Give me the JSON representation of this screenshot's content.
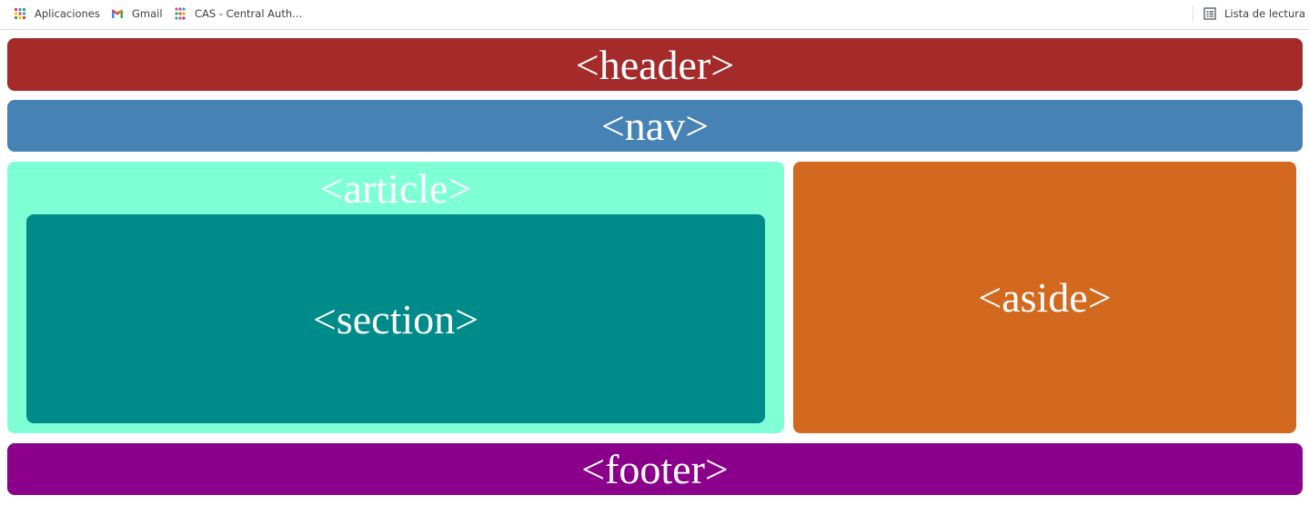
{
  "bookmarks_bar": {
    "items": [
      {
        "label": "Aplicaciones",
        "icon": "apps-grid-icon"
      },
      {
        "label": "Gmail",
        "icon": "gmail-icon"
      },
      {
        "label": "CAS - Central Auth...",
        "icon": "cas-icon"
      }
    ],
    "reading_list": {
      "label": "Lista de lectura",
      "icon": "reading-list-icon"
    }
  },
  "layout": {
    "header": {
      "label": "<header>",
      "color": "#a52a2a"
    },
    "nav": {
      "label": "<nav>",
      "color": "#4682b4"
    },
    "article": {
      "label": "<article>",
      "color": "#7fffd4"
    },
    "section": {
      "label": "<section>",
      "color": "#008b8b"
    },
    "aside": {
      "label": "<aside>",
      "color": "#d2691e"
    },
    "footer": {
      "label": "<footer>",
      "color": "#8b008b"
    }
  }
}
